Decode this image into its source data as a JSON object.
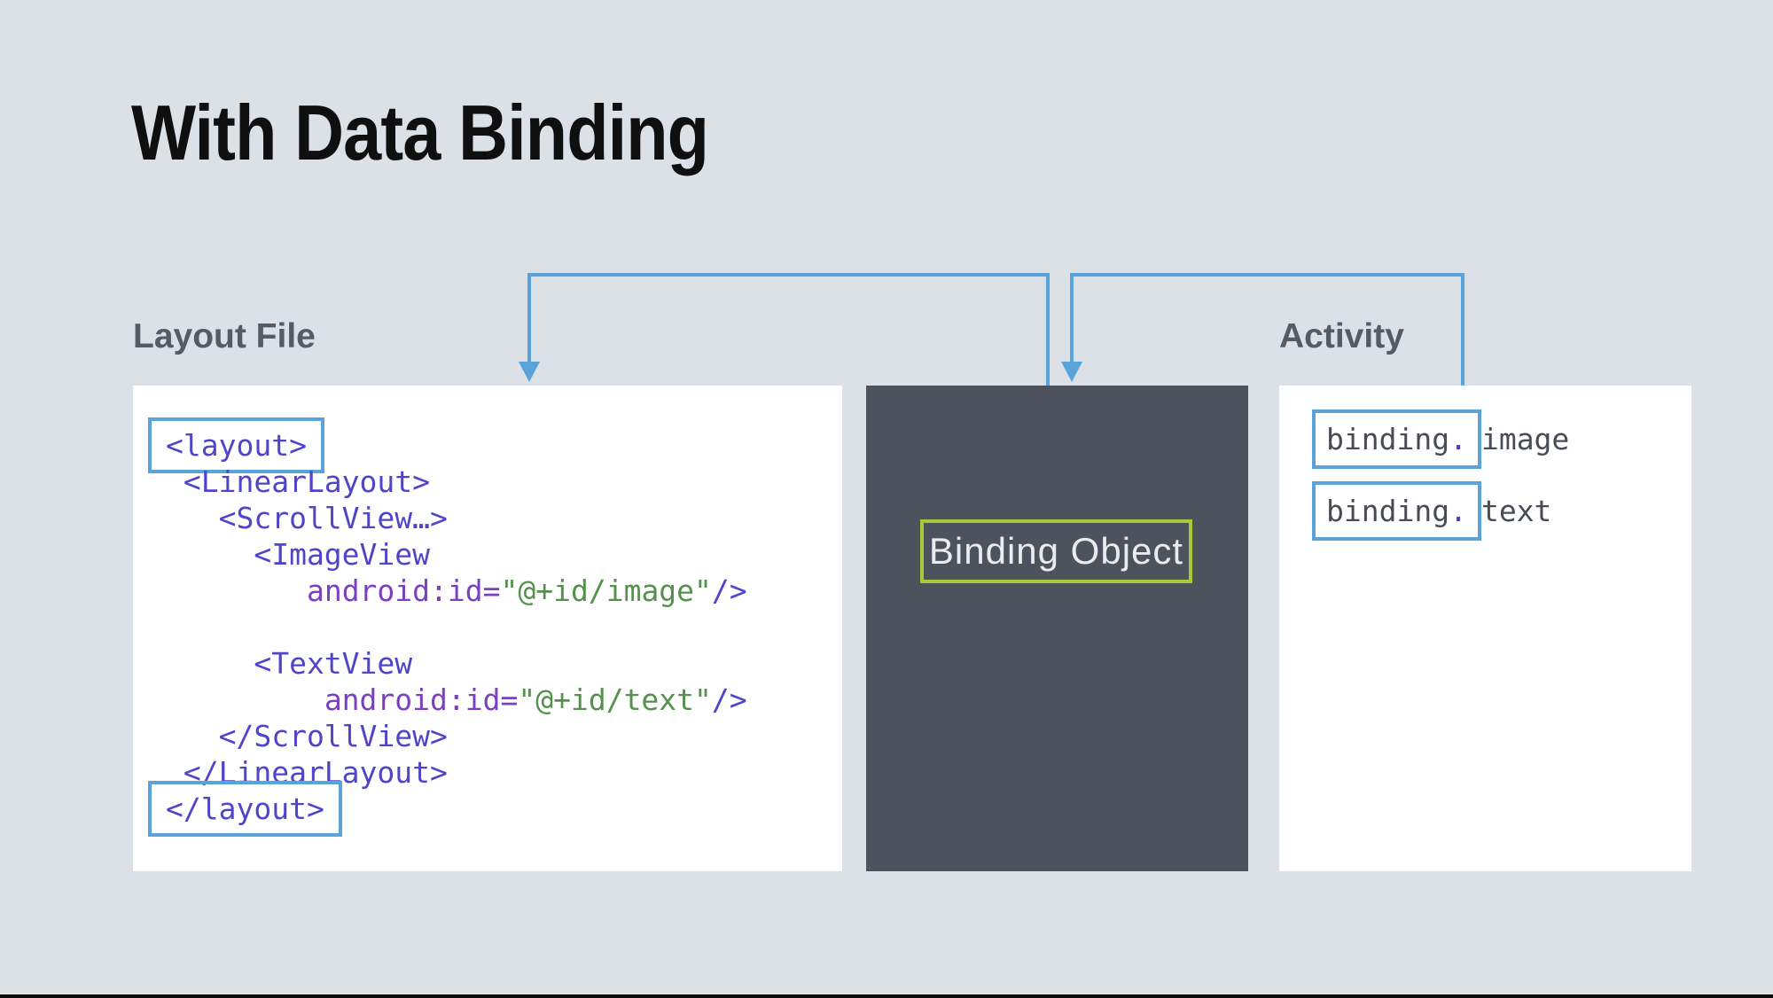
{
  "title": "With Data Binding",
  "colors": {
    "bg": "#dce0e7",
    "panel": "#ffffff",
    "dark-panel": "#4d525c",
    "blue": "#58a4d8",
    "green": "#a9c83b",
    "tag": "#5044c8",
    "attr": "#7a40c1",
    "val": "#55914d",
    "code-dark": "#474c55",
    "dot": "#4c3fc6",
    "label": "#565b63",
    "title": "#0f0f10",
    "object-text": "#e9ebee",
    "bottom-bar": "#0b0b0b"
  },
  "left": {
    "label": "Layout File",
    "code_lines": [
      {
        "boxed": true,
        "segments": [
          {
            "text": "<layout>",
            "color": "tag"
          }
        ]
      },
      {
        "segments": [
          {
            "text": " <LinearLayout>",
            "color": "tag"
          }
        ]
      },
      {
        "segments": [
          {
            "text": "   <ScrollView…>",
            "color": "tag"
          }
        ]
      },
      {
        "segments": [
          {
            "text": "     <ImageView",
            "color": "tag"
          }
        ]
      },
      {
        "segments": [
          {
            "text": "        ",
            "color": "tag"
          },
          {
            "text": "android:id=",
            "color": "attr"
          },
          {
            "text": "\"@+id/image\"",
            "color": "val"
          },
          {
            "text": "/>",
            "color": "tag"
          }
        ]
      },
      {
        "segments": []
      },
      {
        "segments": [
          {
            "text": "     <TextView",
            "color": "tag"
          }
        ]
      },
      {
        "segments": [
          {
            "text": "         ",
            "color": "tag"
          },
          {
            "text": "android:id=",
            "color": "attr"
          },
          {
            "text": "\"@+id/text\"",
            "color": "val"
          },
          {
            "text": "/>",
            "color": "tag"
          }
        ]
      },
      {
        "segments": [
          {
            "text": "   </ScrollView>",
            "color": "tag"
          }
        ]
      },
      {
        "segments": [
          {
            "text": " </LinearLayout>",
            "color": "tag"
          }
        ]
      },
      {
        "boxed": true,
        "segments": [
          {
            "text": "</layout>",
            "color": "tag"
          }
        ]
      }
    ]
  },
  "middle": {
    "object_label": "Binding Object"
  },
  "right": {
    "label": "Activity",
    "rows": [
      {
        "boxed_segments": [
          {
            "text": "binding",
            "color": "code-dark"
          },
          {
            "text": ".",
            "color": "dot"
          }
        ],
        "suffix": "image"
      },
      {
        "boxed_segments": [
          {
            "text": "binding",
            "color": "code-dark"
          },
          {
            "text": ".",
            "color": "dot"
          }
        ],
        "suffix": "text"
      }
    ]
  }
}
